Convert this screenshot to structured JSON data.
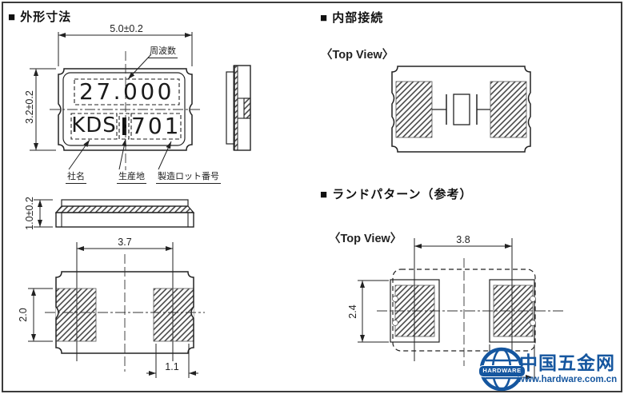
{
  "sections": {
    "outline": {
      "title": "■ 外形寸法"
    },
    "internal": {
      "title": "■ 内部接続",
      "view_label": "〈Top View〉"
    },
    "land": {
      "title": "■ ランドパターン（参考）",
      "view_label": "〈Top View〉"
    }
  },
  "outline_drawing": {
    "dim_width": "5.0±0.2",
    "dim_height": "3.2±0.2",
    "dim_thickness": "1.0±0.2",
    "dim_pad_pitch": "3.7",
    "dim_pad_height": "2.0",
    "dim_pad_width": "1.1",
    "marking": {
      "frequency": "27.000",
      "maker": "KDS",
      "lot": "701"
    },
    "callouts": {
      "frequency": "周波数",
      "maker": "社名",
      "origin": "生産地",
      "lot": "製造ロット番号"
    }
  },
  "land_drawing": {
    "dim_pad_pitch": "3.8",
    "dim_pad_height": "2.4"
  },
  "watermark": {
    "site_name": "中国五金网",
    "site_url": "www.hardware.com.cn",
    "globe_label": "HARDWARE",
    "brand_color": "#15569f"
  }
}
